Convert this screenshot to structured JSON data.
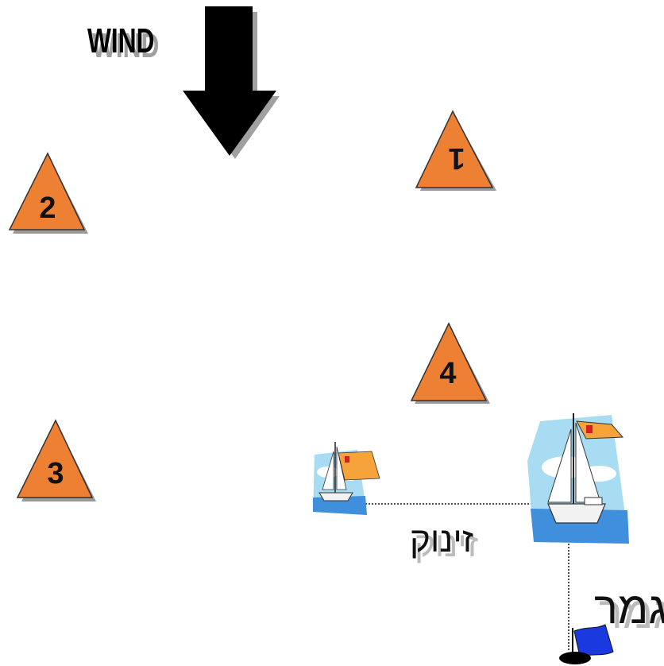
{
  "wind": {
    "label": "WIND"
  },
  "marks": [
    {
      "id": "mark-1",
      "number": "1",
      "rotated": true
    },
    {
      "id": "mark-2",
      "number": "2",
      "rotated": false
    },
    {
      "id": "mark-3",
      "number": "3",
      "rotated": false
    },
    {
      "id": "mark-4",
      "number": "4",
      "rotated": false
    }
  ],
  "start_line": {
    "label": "זינוק"
  },
  "finish_line": {
    "label": "גמר"
  },
  "colors": {
    "mark_fill": "#ee8033",
    "mark_shadow": "#9a9a9a",
    "arrow": "#000000",
    "flag": "#f5a33a",
    "sea": "#3f8fdc",
    "sky": "#a8dcf2",
    "finish_flag": "#1a3adf"
  }
}
